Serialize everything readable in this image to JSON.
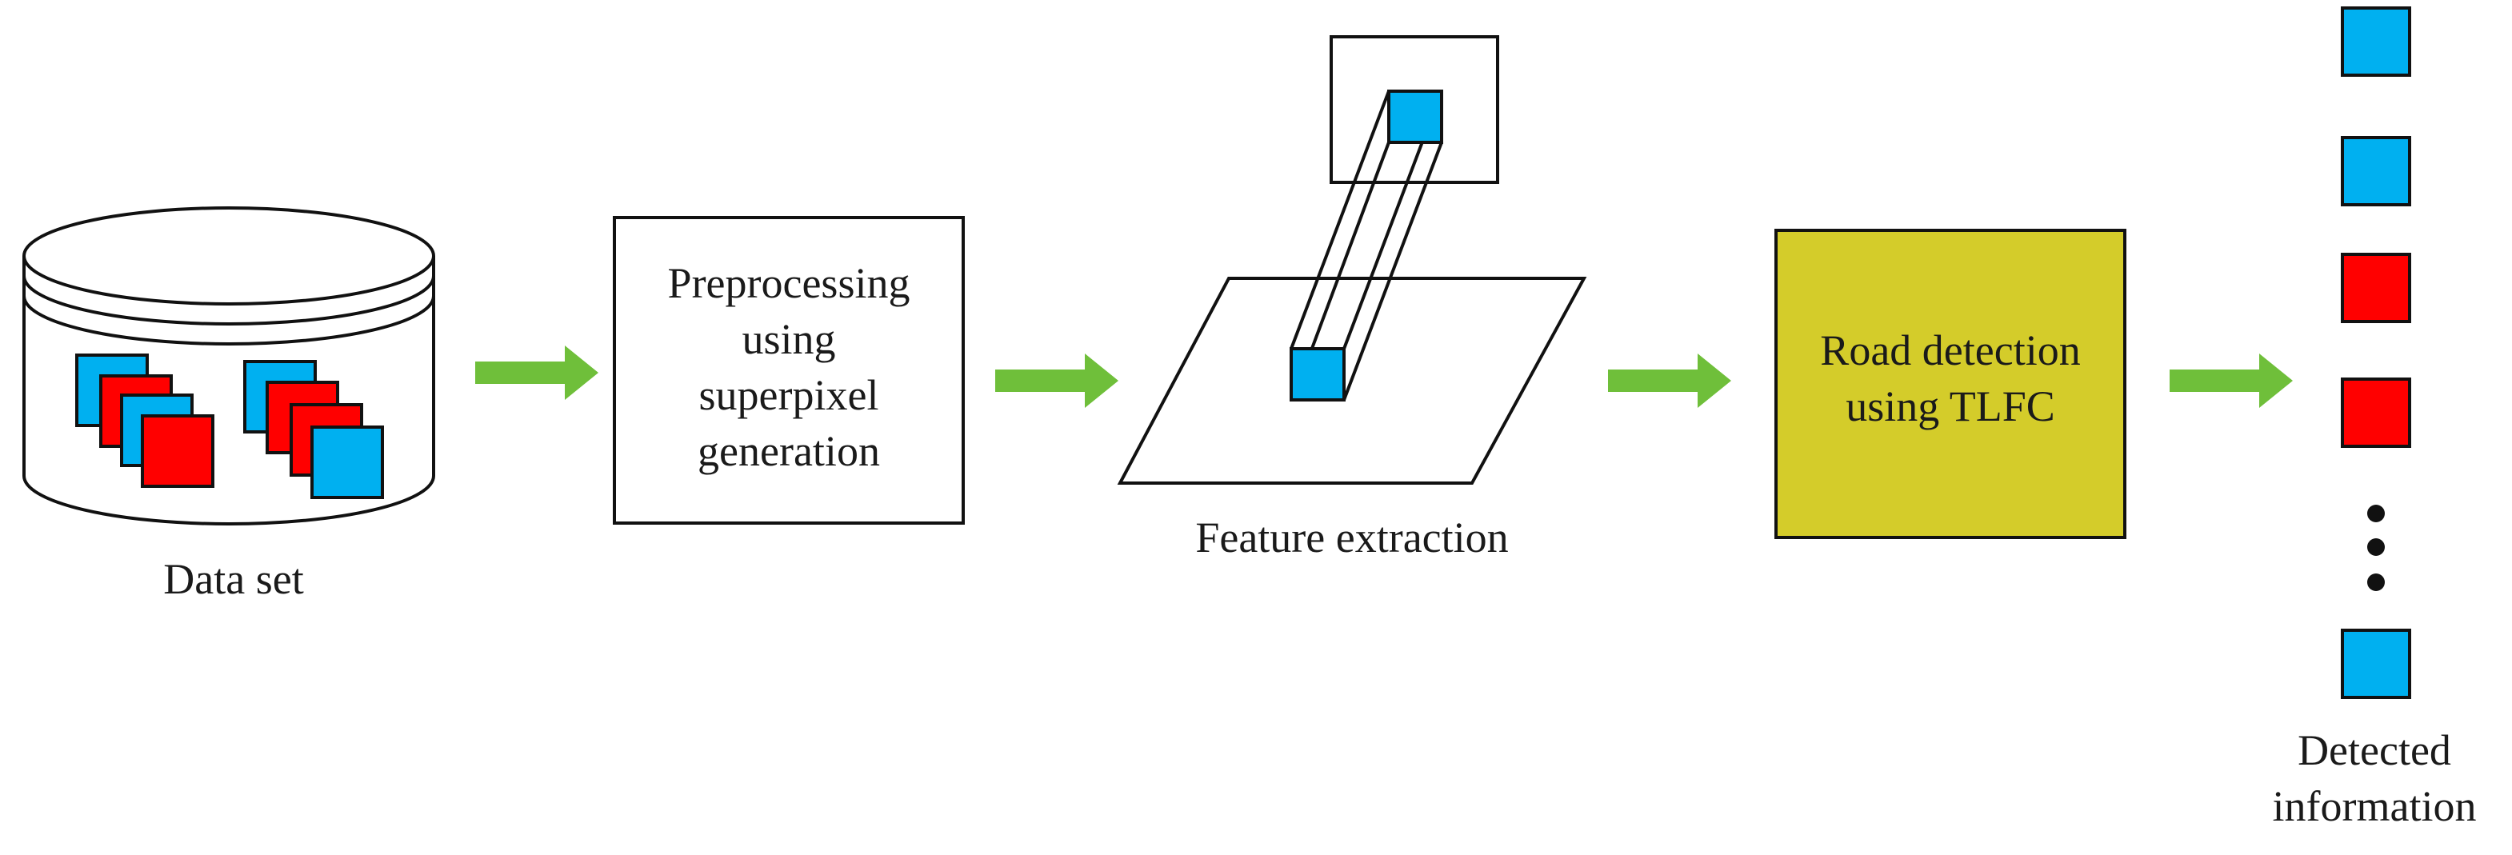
{
  "stages": {
    "dataset": {
      "label": "Data set"
    },
    "preprocessing": {
      "lines": [
        "Preprocessing",
        "using",
        "superpixel",
        "generation"
      ]
    },
    "feature_extraction": {
      "label": "Feature extraction"
    },
    "road_detection": {
      "lines": [
        "Road detection",
        "using TLFC"
      ]
    },
    "detected": {
      "lines": [
        "Detected",
        "information"
      ]
    }
  },
  "colors": {
    "road_class": "#00b0f0",
    "non_road_class": "#ff0000",
    "arrow": "#6fbf3a",
    "classifier_box": "#d4cc2a"
  },
  "detected_sequence": [
    "road",
    "road",
    "non_road",
    "non_road",
    "ellipsis",
    "road"
  ]
}
